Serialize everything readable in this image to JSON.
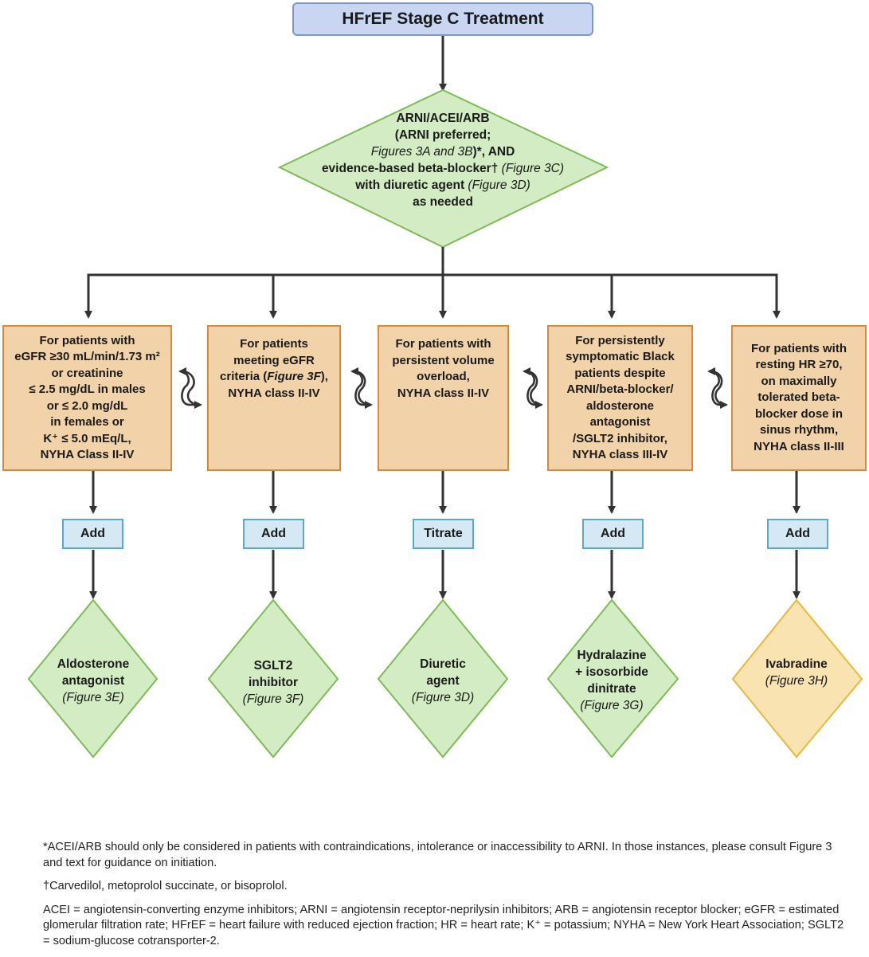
{
  "title": "HFrEF Stage C Treatment",
  "center": {
    "line1": "ARNI/ACEI/ARB",
    "line2": "(ARNI preferred;",
    "line3_it": "Figures 3A and 3B",
    "line3_tail": ")*, AND",
    "line4_head": "evidence-based beta-blocker† ",
    "line4_it": "(Figure 3C)",
    "line5_head": "with diuretic agent ",
    "line5_it": "(Figure 3D)",
    "line6": "as needed"
  },
  "columns": [
    {
      "criteria": [
        "For patients with",
        "eGFR ≥30 mL/min/1.73 m²",
        "or creatinine",
        "≤ 2.5 mg/dL in males",
        "or ≤ 2.0 mg/dL",
        "in females or",
        "K⁺ ≤ 5.0 mEq/L,",
        "NYHA Class II-IV"
      ],
      "action": "Add",
      "drug": [
        "Aldosterone",
        "antagonist"
      ],
      "figure": "(Figure 3E)",
      "color": "green"
    },
    {
      "criteria_pre": [
        "For patients",
        "meeting eGFR"
      ],
      "criteria_mid_head": "criteria (",
      "criteria_mid_it": "Figure 3F",
      "criteria_mid_tail": "),",
      "criteria_post": [
        "NYHA class II-IV"
      ],
      "action": "Add",
      "drug": [
        "SGLT2",
        "inhibitor"
      ],
      "figure": "(Figure 3F)",
      "color": "green"
    },
    {
      "criteria": [
        "For patients with",
        "persistent volume",
        "overload,",
        "NYHA class II-IV"
      ],
      "action": "Titrate",
      "drug": [
        "Diuretic",
        "agent"
      ],
      "figure": "(Figure 3D)",
      "color": "green"
    },
    {
      "criteria": [
        "For persistently",
        "symptomatic Black",
        "patients despite",
        "ARNI/beta-blocker/",
        "aldosterone antagonist",
        "/SGLT2 inhibitor,",
        "NYHA class III-IV"
      ],
      "action": "Add",
      "drug": [
        "Hydralazine",
        "+ isosorbide",
        "dinitrate"
      ],
      "figure": "(Figure 3G)",
      "color": "green"
    },
    {
      "criteria": [
        "For patients with",
        "resting HR ≥70,",
        "on maximally",
        "tolerated beta-",
        "blocker dose in",
        "sinus rhythm,",
        "NYHA class II-III"
      ],
      "action": "Add",
      "drug": [
        "Ivabradine"
      ],
      "figure": "(Figure 3H)",
      "color": "yellow"
    }
  ],
  "footnotes": {
    "star": "*ACEI/ARB should only be considered in patients with contraindications, intolerance or inaccessibility to ARNI. In those instances, please consult Figure 3 and text for guidance on initiation.",
    "dagger": "†Carvedilol, metoprolol succinate, or bisoprolol.",
    "abbrev": "ACEI = angiotensin-converting enzyme inhibitors; ARNI = angiotensin receptor-neprilysin inhibitors; ARB = angiotensin receptor blocker; eGFR = estimated glomerular filtration rate; HFrEF = heart failure with reduced ejection fraction; HR = heart rate; K⁺ = potassium; NYHA = New York Heart Association; SGLT2 = sodium-glucose cotransporter-2."
  },
  "colors": {
    "title_fill": "#c9d6f1",
    "title_stroke": "#7f97cf",
    "green_fill": "#d4ecc4",
    "green_stroke": "#7cbc54",
    "yellow_fill": "#f9e3b0",
    "yellow_stroke": "#e7b83a",
    "criteria_fill": "#f2d2a9",
    "criteria_stroke": "#d98a3a",
    "action_fill": "#d4e9f4",
    "action_stroke": "#5ca9cf",
    "arrow": "#333333"
  }
}
